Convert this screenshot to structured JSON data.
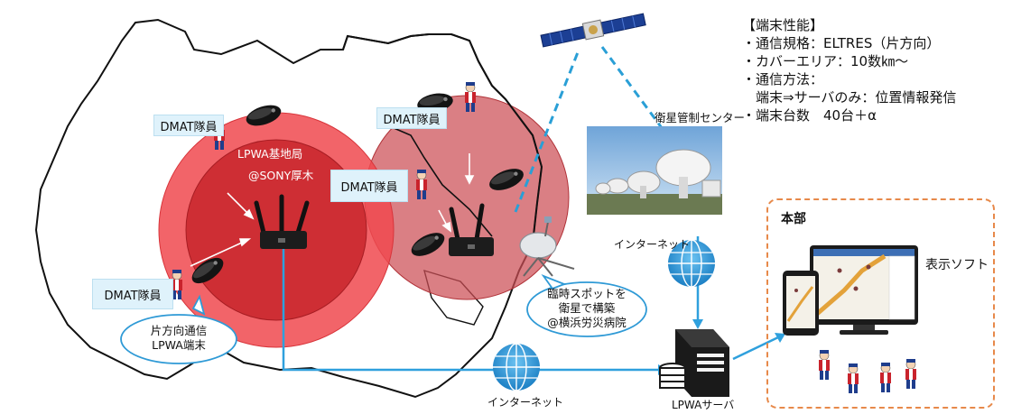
{
  "labels": {
    "dmat1": "DMAT隊員",
    "dmat2": "DMAT隊員",
    "dmat3": "DMAT隊員",
    "dmat4": "DMAT隊員",
    "base_station_line1": "LPWA基地局",
    "base_station_line2": "@SONY厚木",
    "terminal_line1": "片方向通信",
    "terminal_line2": "LPWA端末",
    "temp_spot_line1": "臨時スポットを",
    "temp_spot_line2": "衛星で構築",
    "temp_spot_line3": "@横浜労災病院",
    "satellite_center": "衛星管制センター",
    "internet_right": "インターネット",
    "internet_bottom": "インターネット",
    "lpwa_server": "LPWAサーバ",
    "hq_title": "本部",
    "display_software": "表示ソフト"
  },
  "spec": {
    "header": "【端末性能】",
    "items": [
      "・通信規格：ELTRES（片方向）",
      "・カバーエリア：10数㎞～",
      "・通信方法：",
      "　端末⇒サーバのみ：位置情報発信",
      "・端末台数　40台＋α"
    ]
  },
  "colors": {
    "coverage_outer": "#f0494f",
    "coverage_inner": "#c8242b",
    "coverage_right": "#cc4e55",
    "link_line": "#2fa0dd",
    "satellite_link": "#2a9fd6",
    "bubble_border": "#2f9ad6",
    "hq_border": "#e7894a",
    "callout_bg": "#dff2fb",
    "globe": "#3aa0e0"
  }
}
